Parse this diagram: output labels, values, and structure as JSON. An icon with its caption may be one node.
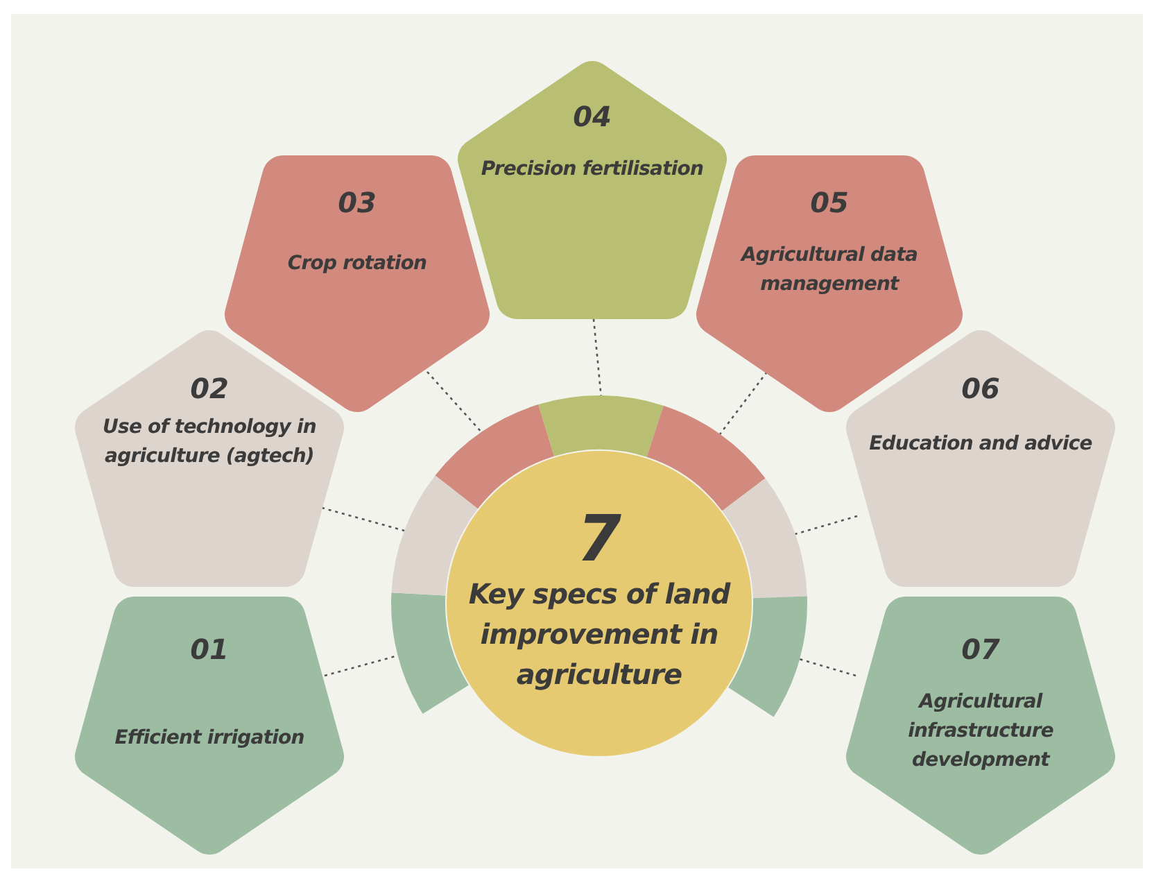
{
  "diagram": {
    "nodes": [
      {
        "text": [
          "01",
          "Efficient irrigation"
        ]
      },
      {
        "text": [
          "02",
          "Use of technology in agriculture (agtech)"
        ]
      },
      {
        "text": [
          "03",
          "Crop rotation"
        ]
      },
      {
        "text": [
          "04",
          "Precision fertilisation"
        ]
      },
      {
        "text": [
          "05",
          "Agricultural data management"
        ]
      },
      {
        "text": [
          "06",
          "Education and advice"
        ]
      },
      {
        "text": [
          "07",
          "Agricultural infrastructure development"
        ]
      },
      {
        "text": [
          "7",
          "Key specs of land improvement in agriculture"
        ]
      },
      {
        "text": [],
        "shape": "arc"
      },
      {
        "text": [],
        "shape": "arc"
      },
      {
        "text": [],
        "shape": "arc"
      },
      {
        "text": [],
        "shape": "arc"
      },
      {
        "text": [],
        "shape": "arc"
      },
      {
        "text": [],
        "shape": "arc"
      },
      {
        "text": [],
        "shape": "arc"
      }
    ],
    "edges": [
      {
        "from": 0,
        "to": 8,
        "arrow": "none",
        "style": "dashed"
      },
      {
        "from": 1,
        "to": 9,
        "arrow": "none",
        "style": "dashed"
      },
      {
        "from": 2,
        "to": 10,
        "arrow": "none",
        "style": "dashed"
      },
      {
        "from": 3,
        "to": 11,
        "arrow": "none",
        "style": "dashed"
      },
      {
        "from": 4,
        "to": 12,
        "arrow": "none",
        "style": "dashed"
      },
      {
        "from": 5,
        "to": 13,
        "arrow": "none",
        "style": "dashed"
      },
      {
        "from": 6,
        "to": 14,
        "arrow": "none",
        "style": "dashed"
      }
    ]
  }
}
